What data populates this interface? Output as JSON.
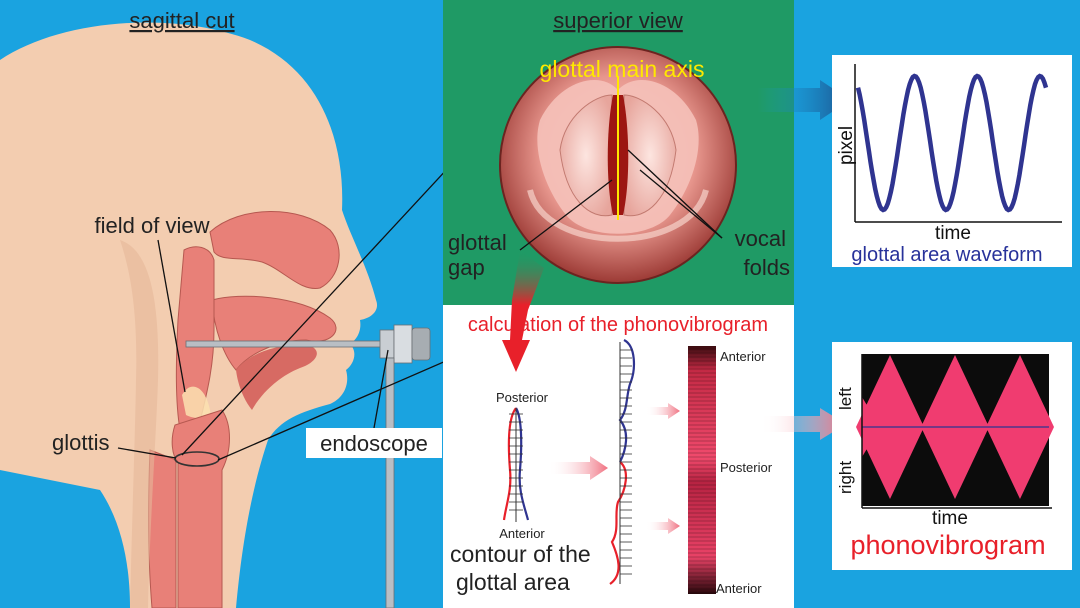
{
  "titles": {
    "sagittal": "sagittal cut",
    "superior": "superior view"
  },
  "labels": {
    "field_of_view": "field of view",
    "glottis": "glottis",
    "endoscope": "endoscope",
    "glottal_main_axis": "glottal main axis",
    "glottal_gap_line1": "glottal",
    "glottal_gap_line2": "gap",
    "vocal_folds_line1": "vocal",
    "vocal_folds_line2": "folds",
    "calc_title": "calculation of the phonovibrogram",
    "posterior_top": "Posterior",
    "anterior_bottom": "Anterior",
    "strip_anterior_top": "Anterior",
    "strip_posterior": "Posterior",
    "strip_anterior_bottom": "Anterior",
    "contour_line1": "contour of the",
    "contour_line2": "glottal area"
  },
  "gaw_chart": {
    "ylabel": "pixel",
    "xlabel": "time",
    "caption": "glottal area waveform"
  },
  "pvg_chart": {
    "ylabel_top": "left",
    "ylabel_bottom": "right",
    "xlabel": "time",
    "caption": "phonovibrogram"
  },
  "colors": {
    "background": "#1aa3e0",
    "skin": "#f3cdb0",
    "tissue": "#e88078",
    "green_panel": "#1f9a65",
    "axis_yellow": "#ffe800",
    "red_label": "#e8202a",
    "blue_caption": "#28329a",
    "wave": "#2f3490",
    "pvg_pink": "#f03c70"
  }
}
